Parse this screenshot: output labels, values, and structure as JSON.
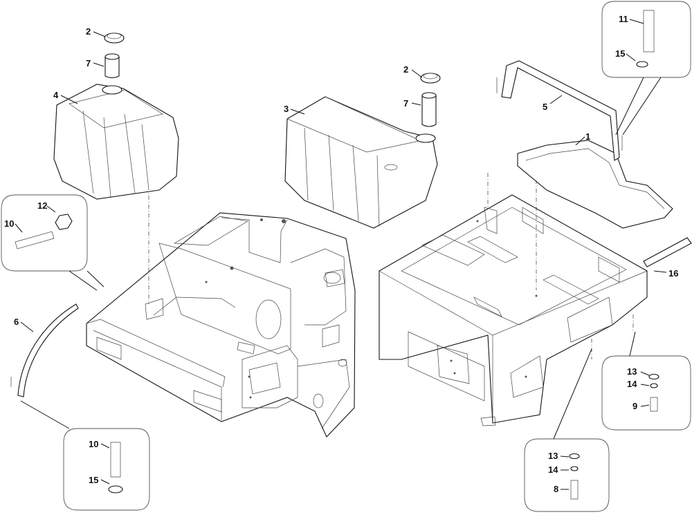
{
  "figure": "exploded-view",
  "part_labels": {
    "p1": "1",
    "p2a": "2",
    "p2b": "2",
    "p3": "3",
    "p4": "4",
    "p5": "5",
    "p6": "6",
    "p7a": "7",
    "p7b": "7",
    "p16": "16"
  },
  "callouts": {
    "top_right": {
      "a": "11",
      "b": "15"
    },
    "left": {
      "a": "12",
      "b": "10"
    },
    "bottom_left": {
      "a": "10",
      "b": "15"
    },
    "mid_right": {
      "a": "13",
      "b": "14",
      "c": "9"
    },
    "bottom_right": {
      "a": "13",
      "b": "14",
      "c": "8"
    }
  }
}
